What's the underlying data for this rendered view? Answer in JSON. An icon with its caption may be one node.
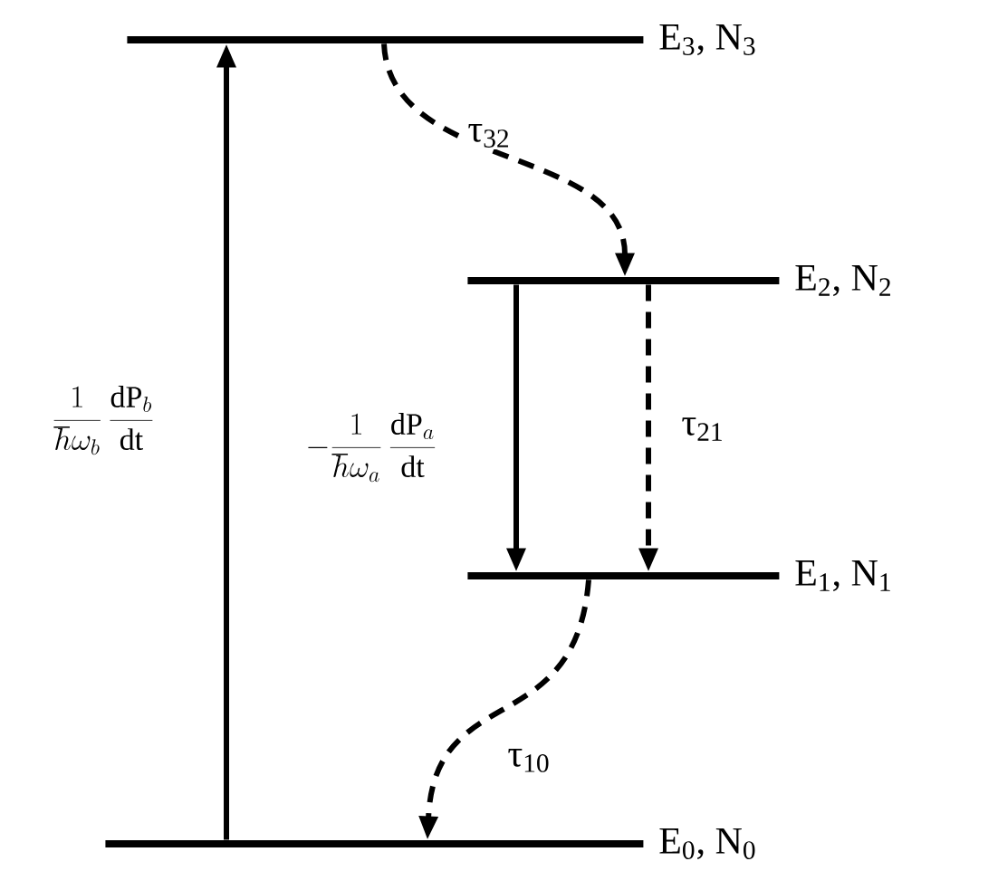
{
  "diagram": {
    "nodes": [
      {
        "text": [
          "E$_{3}$, N$_{3}$"
        ]
      },
      {
        "text": [
          "E$_{2}$, N$_{2}$"
        ]
      },
      {
        "text": [
          "E$_{1}$, N$_{1}$"
        ]
      },
      {
        "text": [
          "E$_{0}$, N$_{0}$"
        ]
      }
    ],
    "edges": [
      {
        "from": 3,
        "to": 0,
        "arrow": "to",
        "label": "\\frac{1}{\\hbar\\omega_{b}}\\,\\frac{\\mathrm{dP}_{b}}{\\mathrm{dt}}"
      },
      {
        "from": 0,
        "to": 1,
        "arrow": "to",
        "style": "dashed",
        "label": "τ$_{32}$"
      },
      {
        "from": 1,
        "to": 2,
        "arrow": "to",
        "label": "-\\frac{1}{\\hbar\\omega_{a}}\\,\\frac{\\mathrm{dP}_{a}}{\\mathrm{dt}}"
      },
      {
        "from": 1,
        "to": 2,
        "arrow": "to",
        "style": "dashed",
        "label": "τ$_{21}$"
      },
      {
        "from": 2,
        "to": 3,
        "arrow": "to",
        "style": "dashed",
        "label": "τ$_{10}$"
      }
    ]
  }
}
